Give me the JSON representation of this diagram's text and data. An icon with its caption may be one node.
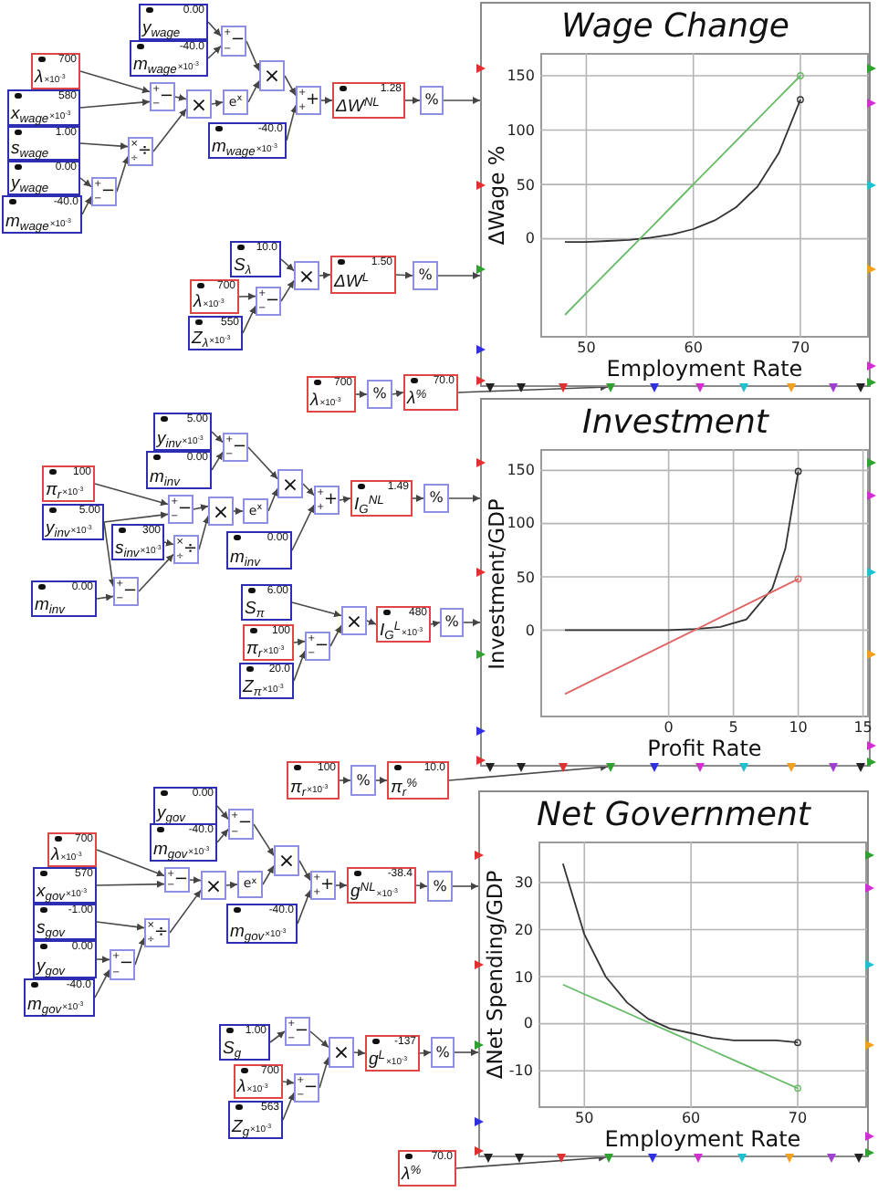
{
  "diagram": {
    "nodes": [
      {
        "text": [
          "0.00",
          "y$_{wage}$"
        ]
      },
      {
        "text": [
          "-40.0",
          "m$_{wage}$",
          "×10$^{-3}$"
        ]
      },
      {
        "text": [
          "+",
          "−",
          "−"
        ]
      },
      {
        "text": [
          "700",
          "λ",
          "×10$^{-3}$"
        ]
      },
      {
        "text": [
          "580",
          "x$_{wage}$",
          "×10$^{-3}$"
        ]
      },
      {
        "text": [
          "+",
          "−",
          "−"
        ]
      },
      {
        "text": [
          "1.00",
          "s$_{wage}$"
        ]
      },
      {
        "text": [
          "0.00",
          "y$_{wage}$"
        ]
      },
      {
        "text": [
          "-40.0",
          "m$_{wage}$",
          "×10$^{-3}$"
        ]
      },
      {
        "text": [
          "+",
          "−",
          "−"
        ]
      },
      {
        "text": [
          "×",
          "÷",
          "÷"
        ]
      },
      {
        "text": [
          "×"
        ]
      },
      {
        "text": [
          "e$^{x}$"
        ]
      },
      {
        "text": [
          "×"
        ]
      },
      {
        "text": [
          "-40.0",
          "m$_{wage}$",
          "×10$^{-3}$"
        ]
      },
      {
        "text": [
          "+",
          "+",
          "+"
        ]
      },
      {
        "text": [
          "1.28",
          "ΔW$^{NL}$"
        ]
      },
      {
        "text": [
          "%"
        ]
      },
      {
        "text": [
          "10.0",
          "S$_{λ}$"
        ]
      },
      {
        "text": [
          "700",
          "λ",
          "×10$^{-3}$"
        ]
      },
      {
        "text": [
          "550",
          "Z$_{λ}$",
          "×10$^{-3}$"
        ]
      },
      {
        "text": [
          "+",
          "−",
          "−"
        ]
      },
      {
        "text": [
          "×"
        ]
      },
      {
        "text": [
          "1.50",
          "ΔW$^{L}$"
        ]
      },
      {
        "text": [
          "%"
        ]
      },
      {
        "text": [
          "700",
          "λ",
          "×10$^{-3}$"
        ]
      },
      {
        "text": [
          "%"
        ]
      },
      {
        "text": [
          "70.0",
          "λ$^{%}$"
        ]
      },
      {
        "text": [
          "Wage Change"
        ]
      },
      {
        "text": [
          "5.00",
          "y$_{inv}$",
          "×10$^{-3}$"
        ]
      },
      {
        "text": [
          "0.00",
          "m$_{inv}$"
        ]
      },
      {
        "text": [
          "+",
          "−",
          "−"
        ]
      },
      {
        "text": [
          "100",
          "π$_{r}$",
          "×10$^{-3}$"
        ]
      },
      {
        "text": [
          "5.00",
          "y$_{inv}$",
          "×10$^{-3}$"
        ]
      },
      {
        "text": [
          "+",
          "−",
          "−"
        ]
      },
      {
        "text": [
          "300",
          "s$_{inv}$",
          "×10$^{-3}$"
        ]
      },
      {
        "text": [
          "0.00",
          "m$_{inv}$"
        ]
      },
      {
        "text": [
          "+",
          "−",
          "−"
        ]
      },
      {
        "text": [
          "×",
          "÷",
          "÷"
        ]
      },
      {
        "text": [
          "×"
        ]
      },
      {
        "text": [
          "e$^{x}$"
        ]
      },
      {
        "text": [
          "×"
        ]
      },
      {
        "text": [
          "0.00",
          "m$_{inv}$"
        ]
      },
      {
        "text": [
          "+",
          "+",
          "+"
        ]
      },
      {
        "text": [
          "1.49",
          "I$_{G}$$^{NL}$"
        ]
      },
      {
        "text": [
          "%"
        ]
      },
      {
        "text": [
          "6.00",
          "S$_{π}$"
        ]
      },
      {
        "text": [
          "100",
          "π$_{r}$",
          "×10$^{-3}$"
        ]
      },
      {
        "text": [
          "20.0",
          "Z$_{π}$",
          "×10$^{-3}$"
        ]
      },
      {
        "text": [
          "+",
          "−",
          "−"
        ]
      },
      {
        "text": [
          "×"
        ]
      },
      {
        "text": [
          "480",
          "I$_{G}$$^{L}$",
          "×10$^{-3}$"
        ]
      },
      {
        "text": [
          "%"
        ]
      },
      {
        "text": [
          "100",
          "π$_{r}$",
          "×10$^{-3}$"
        ]
      },
      {
        "text": [
          "%"
        ]
      },
      {
        "text": [
          "10.0",
          "π$_{r}$$^{%}$"
        ]
      },
      {
        "text": [
          "Investment"
        ]
      },
      {
        "text": [
          "0.00",
          "y$_{gov}$"
        ]
      },
      {
        "text": [
          "-40.0",
          "m$_{gov}$",
          "×10$^{-3}$"
        ]
      },
      {
        "text": [
          "+",
          "−",
          "−"
        ]
      },
      {
        "text": [
          "700",
          "λ",
          "×10$^{-3}$"
        ]
      },
      {
        "text": [
          "570",
          "x$_{gov}$",
          "×10$^{-3}$"
        ]
      },
      {
        "text": [
          "+",
          "−",
          "−"
        ]
      },
      {
        "text": [
          "-1.00",
          "s$_{gov}$"
        ]
      },
      {
        "text": [
          "0.00",
          "y$_{gov}$"
        ]
      },
      {
        "text": [
          "-40.0",
          "m$_{gov}$",
          "×10$^{-3}$"
        ]
      },
      {
        "text": [
          "+",
          "−",
          "−"
        ]
      },
      {
        "text": [
          "×",
          "÷",
          "÷"
        ]
      },
      {
        "text": [
          "×"
        ]
      },
      {
        "text": [
          "e$^{x}$"
        ]
      },
      {
        "text": [
          "×"
        ]
      },
      {
        "text": [
          "-40.0",
          "m$_{gov}$",
          "×10$^{-3}$"
        ]
      },
      {
        "text": [
          "+",
          "+",
          "+"
        ]
      },
      {
        "text": [
          "-38.4",
          "g$^{NL}$",
          "×10$^{-3}$"
        ]
      },
      {
        "text": [
          "%"
        ]
      },
      {
        "text": [
          "1.00",
          "S$_{g}$"
        ]
      },
      {
        "text": [
          "+",
          "−",
          "−"
        ]
      },
      {
        "text": [
          "700",
          "λ",
          "×10$^{-3}$"
        ]
      },
      {
        "text": [
          "563",
          "Z$_{g}$",
          "×10$^{-3}$"
        ]
      },
      {
        "text": [
          "+",
          "−",
          "−"
        ]
      },
      {
        "text": [
          "×"
        ]
      },
      {
        "text": [
          "-137",
          "g$^{L}$",
          "×10$^{-3}$"
        ]
      },
      {
        "text": [
          "%"
        ]
      },
      {
        "text": [
          "70.0",
          "λ$^{%}$"
        ]
      },
      {
        "text": [
          "Net Government"
        ]
      }
    ],
    "edges": [
      {
        "from": 0,
        "to": 2,
        "arrow": "to"
      },
      {
        "from": 1,
        "to": 2,
        "arrow": "to"
      },
      {
        "from": 3,
        "to": 5,
        "arrow": "to"
      },
      {
        "from": 4,
        "to": 5,
        "arrow": "to"
      },
      {
        "from": 6,
        "to": 10,
        "arrow": "to"
      },
      {
        "from": 7,
        "to": 9,
        "arrow": "to"
      },
      {
        "from": 8,
        "to": 9,
        "arrow": "to"
      },
      {
        "from": 9,
        "to": 10,
        "arrow": "to"
      },
      {
        "from": 5,
        "to": 11,
        "arrow": "to"
      },
      {
        "from": 10,
        "to": 11,
        "arrow": "to"
      },
      {
        "from": 11,
        "to": 12,
        "arrow": "to"
      },
      {
        "from": 2,
        "to": 13,
        "arrow": "to"
      },
      {
        "from": 12,
        "to": 13,
        "arrow": "to"
      },
      {
        "from": 13,
        "to": 15,
        "arrow": "to"
      },
      {
        "from": 14,
        "to": 15,
        "arrow": "to"
      },
      {
        "from": 15,
        "to": 16,
        "arrow": "to"
      },
      {
        "from": 16,
        "to": 17,
        "arrow": "to"
      },
      {
        "from": 17,
        "to": 28,
        "arrow": "to"
      },
      {
        "from": 18,
        "to": 22,
        "arrow": "to"
      },
      {
        "from": 19,
        "to": 21,
        "arrow": "to"
      },
      {
        "from": 20,
        "to": 21,
        "arrow": "to"
      },
      {
        "from": 21,
        "to": 22,
        "arrow": "to"
      },
      {
        "from": 22,
        "to": 23,
        "arrow": "to"
      },
      {
        "from": 23,
        "to": 24,
        "arrow": "to"
      },
      {
        "from": 24,
        "to": 28,
        "arrow": "to"
      },
      {
        "from": 25,
        "to": 26,
        "arrow": "to"
      },
      {
        "from": 26,
        "to": 27,
        "arrow": "to"
      },
      {
        "from": 27,
        "to": 28,
        "arrow": "to"
      },
      {
        "from": 29,
        "to": 31,
        "arrow": "to"
      },
      {
        "from": 30,
        "to": 31,
        "arrow": "to"
      },
      {
        "from": 32,
        "to": 34,
        "arrow": "to"
      },
      {
        "from": 33,
        "to": 34,
        "arrow": "to"
      },
      {
        "from": 35,
        "to": 38,
        "arrow": "to"
      },
      {
        "from": 33,
        "to": 37,
        "arrow": "to"
      },
      {
        "from": 36,
        "to": 37,
        "arrow": "to"
      },
      {
        "from": 37,
        "to": 38,
        "arrow": "to"
      },
      {
        "from": 34,
        "to": 39,
        "arrow": "to"
      },
      {
        "from": 38,
        "to": 39,
        "arrow": "to"
      },
      {
        "from": 39,
        "to": 40,
        "arrow": "to"
      },
      {
        "from": 31,
        "to": 41,
        "arrow": "to"
      },
      {
        "from": 40,
        "to": 41,
        "arrow": "to"
      },
      {
        "from": 41,
        "to": 43,
        "arrow": "to"
      },
      {
        "from": 42,
        "to": 43,
        "arrow": "to"
      },
      {
        "from": 43,
        "to": 44,
        "arrow": "to"
      },
      {
        "from": 44,
        "to": 45,
        "arrow": "to"
      },
      {
        "from": 45,
        "to": 56,
        "arrow": "to"
      },
      {
        "from": 46,
        "to": 50,
        "arrow": "to"
      },
      {
        "from": 47,
        "to": 49,
        "arrow": "to"
      },
      {
        "from": 48,
        "to": 49,
        "arrow": "to"
      },
      {
        "from": 49,
        "to": 50,
        "arrow": "to"
      },
      {
        "from": 50,
        "to": 51,
        "arrow": "to"
      },
      {
        "from": 51,
        "to": 52,
        "arrow": "to"
      },
      {
        "from": 52,
        "to": 56,
        "arrow": "to"
      },
      {
        "from": 53,
        "to": 54,
        "arrow": "to"
      },
      {
        "from": 54,
        "to": 55,
        "arrow": "to"
      },
      {
        "from": 55,
        "to": 56,
        "arrow": "to"
      },
      {
        "from": 57,
        "to": 59,
        "arrow": "to"
      },
      {
        "from": 58,
        "to": 59,
        "arrow": "to"
      },
      {
        "from": 60,
        "to": 62,
        "arrow": "to"
      },
      {
        "from": 61,
        "to": 62,
        "arrow": "to"
      },
      {
        "from": 63,
        "to": 67,
        "arrow": "to"
      },
      {
        "from": 64,
        "to": 66,
        "arrow": "to"
      },
      {
        "from": 65,
        "to": 66,
        "arrow": "to"
      },
      {
        "from": 66,
        "to": 67,
        "arrow": "to"
      },
      {
        "from": 62,
        "to": 68,
        "arrow": "to"
      },
      {
        "from": 67,
        "to": 68,
        "arrow": "to"
      },
      {
        "from": 68,
        "to": 69,
        "arrow": "to"
      },
      {
        "from": 59,
        "to": 70,
        "arrow": "to"
      },
      {
        "from": 69,
        "to": 70,
        "arrow": "to"
      },
      {
        "from": 70,
        "to": 72,
        "arrow": "to"
      },
      {
        "from": 71,
        "to": 72,
        "arrow": "to"
      },
      {
        "from": 72,
        "to": 73,
        "arrow": "to"
      },
      {
        "from": 73,
        "to": 74,
        "arrow": "to"
      },
      {
        "from": 74,
        "to": 84,
        "arrow": "to"
      },
      {
        "from": 75,
        "to": 76,
        "arrow": "to"
      },
      {
        "from": 77,
        "to": 79,
        "arrow": "to"
      },
      {
        "from": 78,
        "to": 79,
        "arrow": "to"
      },
      {
        "from": 76,
        "to": 80,
        "arrow": "to"
      },
      {
        "from": 79,
        "to": 80,
        "arrow": "to"
      },
      {
        "from": 80,
        "to": 81,
        "arrow": "to"
      },
      {
        "from": 81,
        "to": 82,
        "arrow": "to"
      },
      {
        "from": 82,
        "to": 84,
        "arrow": "to"
      },
      {
        "from": 83,
        "to": 84,
        "arrow": "to"
      }
    ],
    "chart_data": [
      {
        "type": "line",
        "xlabel": "Employment Rate",
        "ylabel": "ΔWage %",
        "x": [
          48,
          50,
          52,
          54,
          56,
          58,
          60,
          62,
          64,
          66,
          68,
          70
        ],
        "series": [
          {
            "color": "#333333",
            "values": [
              -3,
              -3,
              -2,
              -1,
              1,
              4,
              9,
              17,
              29,
              48,
              79,
              128
            ]
          },
          {
            "color": "#66bb66",
            "values": [
              -70,
              -50,
              -30,
              -10,
              10,
              30,
              50,
              70,
              90,
              110,
              130,
              150
            ]
          }
        ],
        "xlim": [
          45.7,
          76.4
        ],
        "ylim": [
          -91,
          171
        ],
        "xticks": [
          50,
          60,
          70
        ],
        "yticks": [
          0,
          50,
          100,
          150
        ],
        "grid": true
      },
      {
        "type": "line",
        "xlabel": "Profit Rate",
        "ylabel": "Investment/GDP",
        "x": [
          -8,
          -6,
          -4,
          -2,
          0,
          2,
          4,
          6,
          8,
          9,
          10
        ],
        "series": [
          {
            "color": "#333333",
            "values": [
              0,
              0,
              0,
              0,
              0,
              1,
              3,
              10,
              39,
              76,
              149
            ]
          },
          {
            "color": "#e06666",
            "values": [
              -60,
              -48,
              -36,
              -24,
              -12,
              0,
              12,
              24,
              36,
              42,
              48
            ]
          }
        ],
        "xlim": [
          -9.9,
          15.45
        ],
        "ylim": [
          -82,
          170
        ],
        "xticks": [
          0,
          5,
          10,
          15
        ],
        "yticks": [
          0,
          50,
          100,
          150
        ],
        "grid": true
      },
      {
        "type": "line",
        "xlabel": "Employment Rate",
        "ylabel": "ΔNet Spending/GDP",
        "x": [
          48,
          50,
          52,
          54,
          56,
          58,
          60,
          62,
          64,
          66,
          68,
          70
        ],
        "series": [
          {
            "color": "#333333",
            "values": [
              34,
              19,
              10,
              4.5,
              1,
              -1,
              -2,
              -3,
              -3.5,
              -3.5,
              -3.5,
              -4
            ]
          },
          {
            "color": "#66bb66",
            "values": [
              8.3,
              6.3,
              4.3,
              2.3,
              0.3,
              -1.7,
              -3.7,
              -5.7,
              -7.7,
              -9.7,
              -11.7,
              -13.7
            ]
          }
        ],
        "xlim": [
          45.7,
          76.5
        ],
        "ylim": [
          -17.9,
          38.7
        ],
        "xticks": [
          50,
          60,
          70
        ],
        "yticks": [
          -10,
          0,
          10,
          20,
          30
        ],
        "grid": true
      }
    ]
  }
}
